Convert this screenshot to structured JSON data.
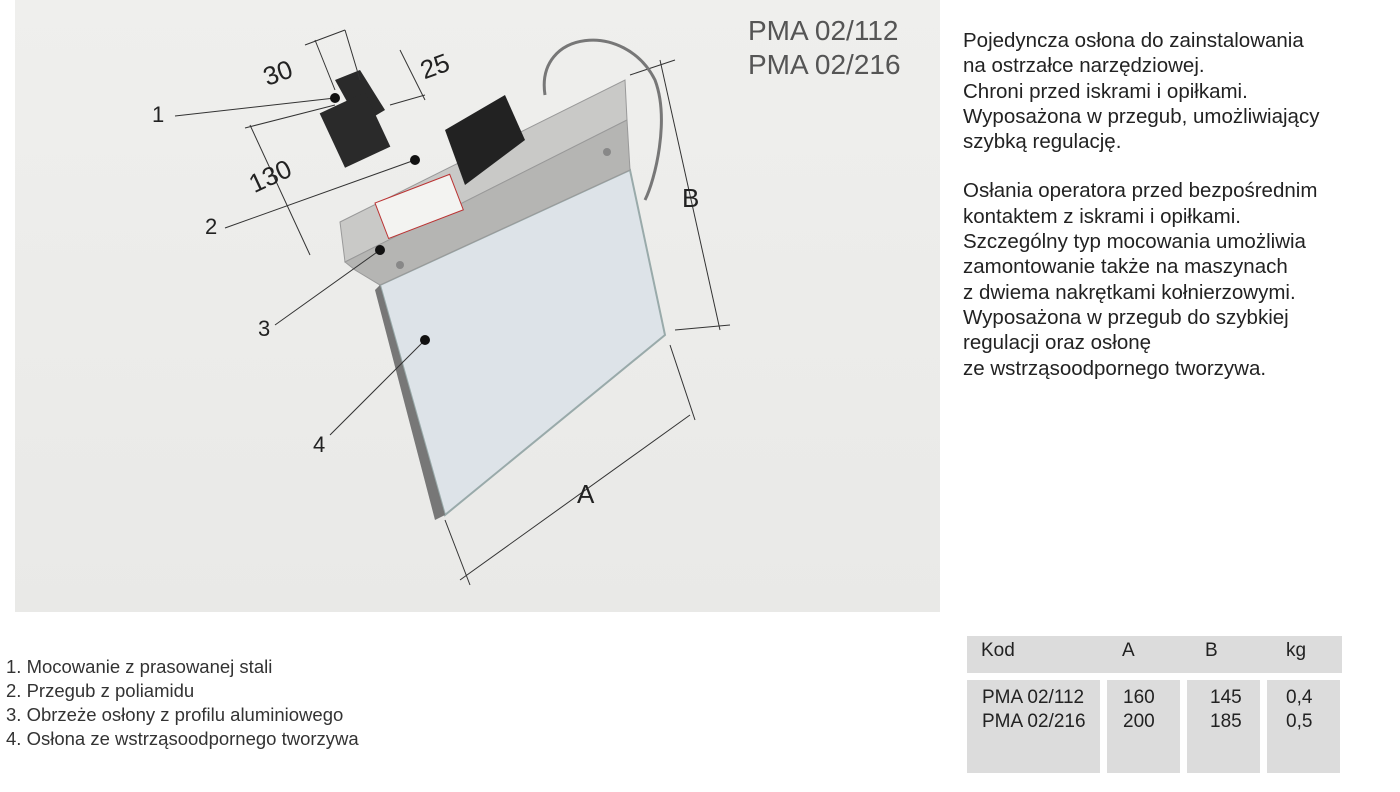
{
  "models": [
    "PMA 02/112",
    "PMA 02/216"
  ],
  "description": {
    "paragraph1": [
      "Pojedyncza osłona do zainstalowania",
      "na ostrzałce narzędziowej.",
      "Chroni przed iskrami i opiłkami.",
      "Wyposażona w przegub, umożliwiający",
      "szybką regulację."
    ],
    "paragraph2": [
      "Osłania operatora przed bezpośrednim",
      "kontaktem z iskrami i opiłkami.",
      "Szczególny typ mocowania umożliwia",
      "zamontowanie także na maszynach",
      "z dwiema nakrętkami kołnierzowymi.",
      "Wyposażona w przegub do szybkiej",
      "regulacji oraz osłonę",
      "ze wstrząsoodpornego tworzywa."
    ]
  },
  "diagram": {
    "dimensions": {
      "d30": "30",
      "d25": "25",
      "d130": "130",
      "a": "A",
      "b": "B"
    },
    "callouts": [
      "1",
      "2",
      "3",
      "4"
    ]
  },
  "legend": [
    "1. Mocowanie z prasowanej stali",
    "2. Przegub z poliamidu",
    "3. Obrzeże osłony z profilu aluminiowego",
    "4. Osłona ze wstrząsoodpornego tworzywa"
  ],
  "table": {
    "headers": [
      "Kod",
      "A",
      "B",
      "kg"
    ],
    "rows": [
      [
        "PMA 02/112",
        "160",
        "145",
        "0,4"
      ],
      [
        "PMA 02/216",
        "200",
        "185",
        "0,5"
      ]
    ]
  }
}
